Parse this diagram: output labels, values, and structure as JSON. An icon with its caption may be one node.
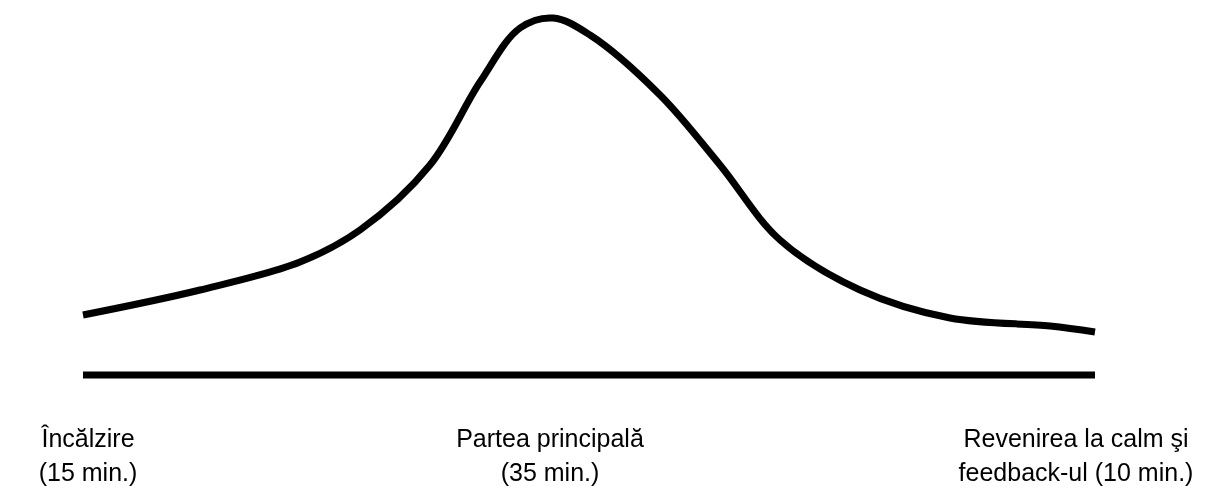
{
  "diagram": {
    "labels": [
      "Încălzire (15 min.)",
      "Partea principală (35 min.)",
      "Revenirea la calm şi feedback-ul (10 min.)"
    ]
  }
}
